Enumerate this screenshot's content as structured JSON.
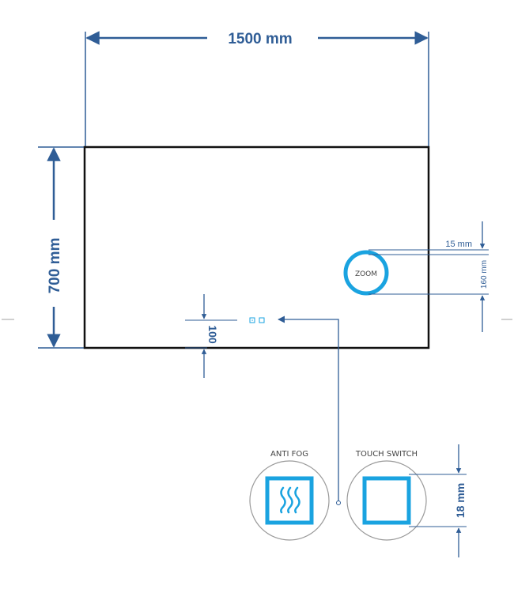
{
  "dimensions": {
    "width_label": "1500 mm",
    "height_label": "700 mm",
    "zoom_offset_label": "15 mm",
    "zoom_diameter_label": "160 mm",
    "switch_offset_label": "100",
    "switch_size_label": "18 mm"
  },
  "zoom_mirror": {
    "label": "ZOOM"
  },
  "buttons": {
    "anti_fog_label": "ANTI FOG",
    "touch_switch_label": "TOUCH SWITCH"
  },
  "colors": {
    "dimension_blue": "#2f5d96",
    "accent_cyan": "#1aa3e0",
    "frame_black": "#111111",
    "circle_grey": "#9a9a9a"
  }
}
